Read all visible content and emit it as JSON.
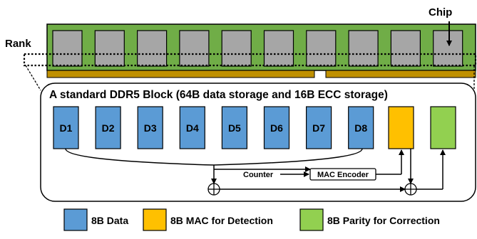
{
  "labels": {
    "chip": "Chip",
    "rank": "Rank",
    "block_title": "A standard DDR5 Block (64B data storage and 16B ECC storage)",
    "counter": "Counter",
    "mac_encoder": "MAC Encoder"
  },
  "data_blocks": [
    "D1",
    "D2",
    "D3",
    "D4",
    "D5",
    "D6",
    "D7",
    "D8"
  ],
  "legend": [
    {
      "label": "8B Data",
      "color": "#5b9bd5"
    },
    {
      "label": "8B MAC for Detection",
      "color": "#ffc000"
    },
    {
      "label": "8B Parity for Correction",
      "color": "#92d050"
    }
  ],
  "colors": {
    "module_green": "#70ad47",
    "chip_gray": "#a6a6a6",
    "contact_gold": "#bf9000",
    "data_blue": "#5b9bd5",
    "mac_orange": "#ffc000",
    "parity_green": "#92d050"
  }
}
